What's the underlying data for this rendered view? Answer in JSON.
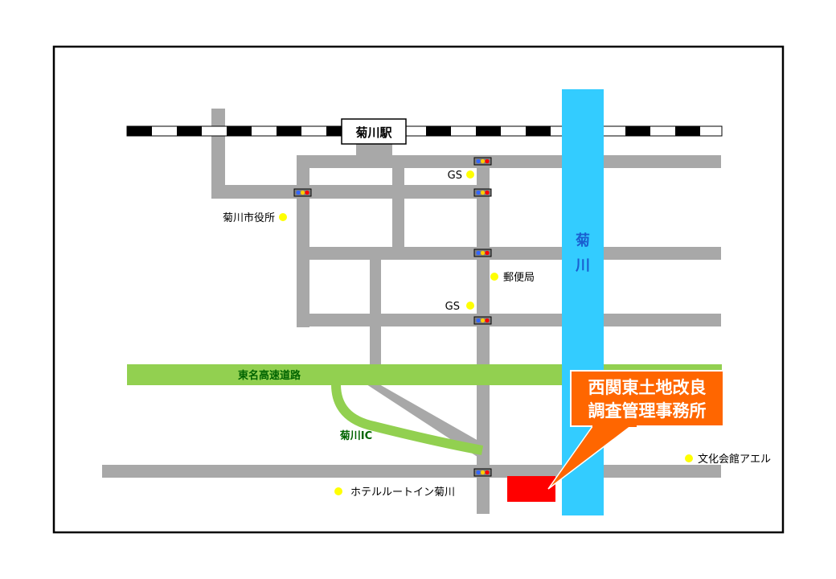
{
  "station": {
    "label": "菊川駅"
  },
  "river": {
    "label_top": "菊",
    "label_bottom": "川"
  },
  "expressway": {
    "label": "東名高速道路"
  },
  "interchange": {
    "label": "菊川IC"
  },
  "landmarks": {
    "city_hall": "菊川市役所",
    "gs_north": "GS",
    "gs_south": "GS",
    "post_office": "郵便局",
    "culture_hall": "文化会館アエル",
    "hotel": "ホテルルートイン菊川"
  },
  "callout": {
    "line1": "西関東土地改良",
    "line2": "調査管理事務所"
  },
  "colors": {
    "road": "#a8a8a8",
    "river": "#33ccff",
    "expressway": "#92d050",
    "callout": "#ff6600",
    "office": "#ff0000",
    "landmark_dot": "#ffff00",
    "railway_dark": "#000000",
    "railway_light": "#ffffff"
  },
  "icons": {
    "traffic_light": "traffic-light-icon",
    "landmark": "dot-marker-icon"
  }
}
